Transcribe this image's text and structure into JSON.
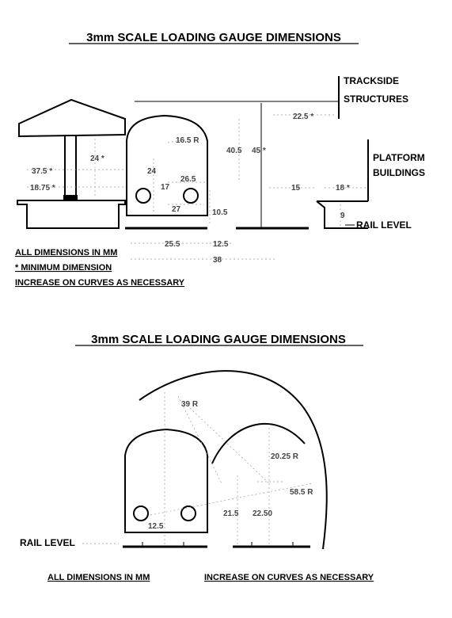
{
  "diagram1": {
    "title": "3mm SCALE LOADING GAUGE DIMENSIONS",
    "trackside_line1": "TRACKSIDE",
    "trackside_line2": "STRUCTURES",
    "platform_line1": "PLATFORM",
    "platform_line2": "BUILDINGS",
    "rail_level": "RAIL LEVEL",
    "dims": {
      "d22_5": "22.5 *",
      "d16_5r": "16.5 R",
      "d40_5": "40.5",
      "d45": "45 *",
      "d24_left": "24 *",
      "d37_5": "37.5 *",
      "d18_75": "18.75 *",
      "d24_inner": "24",
      "d26_5": "26.5",
      "d17": "17",
      "d27": "27",
      "d10_5": "10.5",
      "d15": "15",
      "d18": "18 *",
      "d9": "9",
      "d25_5": "25.5",
      "d12_5": "12.5",
      "d38": "38"
    },
    "notes": {
      "all_mm": "ALL DIMENSIONS IN MM",
      "minimum": "* MINIMUM DIMENSION",
      "curves": "INCREASE ON CURVES AS NECESSARY"
    }
  },
  "diagram2": {
    "title": "3mm SCALE LOADING GAUGE DIMENSIONS",
    "rail_level": "RAIL LEVEL",
    "dims": {
      "d39r": "39 R",
      "d20_25r": "20.25 R",
      "d58_5r": "58.5 R",
      "d12_5": "12.5",
      "d21_5": "21.5",
      "d22_50": "22.50"
    },
    "notes": {
      "all_mm": "ALL DIMENSIONS IN MM",
      "curves": "INCREASE ON CURVES AS NECESSARY"
    }
  }
}
